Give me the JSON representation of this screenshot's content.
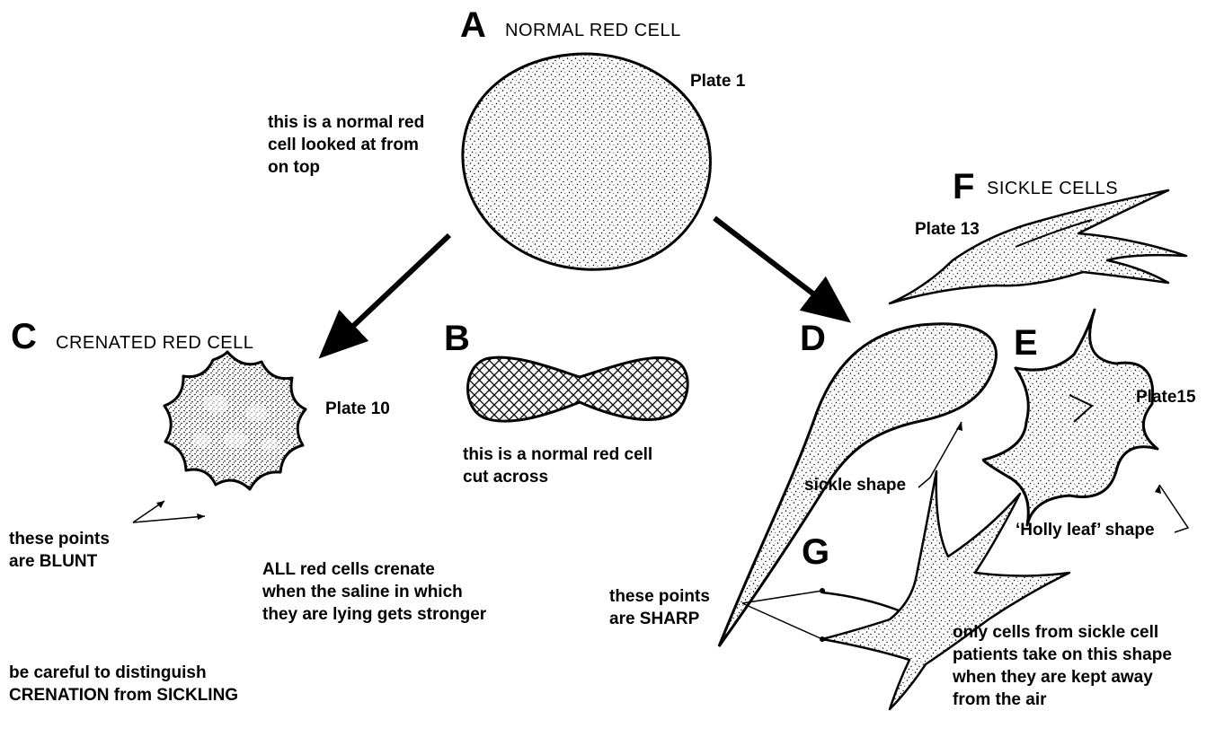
{
  "cells": {
    "A": {
      "letter": "A",
      "title": "NORMAL RED CELL",
      "plate": "Plate 1",
      "note": "this is a normal red\ncell looked at from\non top"
    },
    "B": {
      "letter": "B",
      "note": "this is a normal red cell\ncut across"
    },
    "C": {
      "letter": "C",
      "title": "CRENATED RED CELL",
      "plate": "Plate 10",
      "points_note": "these points\nare BLUNT",
      "note": "ALL red cells crenate\nwhen the saline in which\nthey are lying gets stronger"
    },
    "D": {
      "letter": "D",
      "shape_label": "sickle shape"
    },
    "E": {
      "letter": "E",
      "plate": "Plate15",
      "shape_label": "‘Holly leaf’ shape"
    },
    "F": {
      "letter": "F",
      "title": "SICKLE CELLS",
      "plate": "Plate 13"
    },
    "G": {
      "letter": "G",
      "points_note": "these points\nare SHARP",
      "note": "only cells from sickle cell\npatients take on this shape\nwhen they are kept away\nfrom the air"
    }
  },
  "caution": "be careful to distinguish\nCRENATION from SICKLING"
}
